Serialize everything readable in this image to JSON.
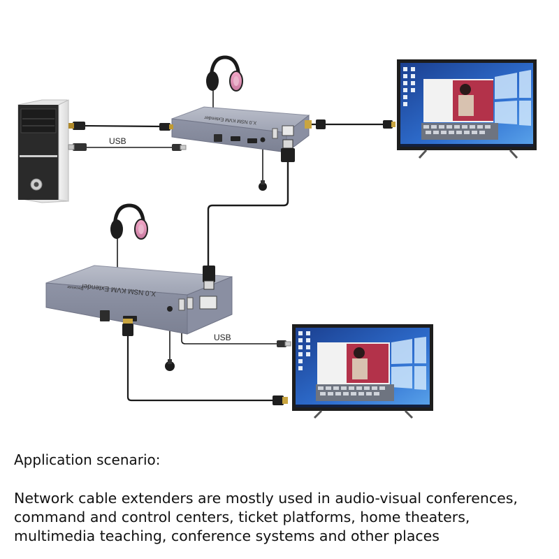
{
  "diagram": {
    "usb_label_top": "USB",
    "usb_label_bottom": "USB",
    "transmitter_label": "X.0 NSM KVM Extender",
    "receiver_label": "X.0 NSM KVM Extender",
    "receiver_brand": "Receiver"
  },
  "caption": {
    "heading": "Application scenario:",
    "body_lines": [
      "Network cable extenders are mostly used in audio-visual conferences,",
      "command and control centers, ticket platforms, home theaters,",
      "multimedia teaching, conference systems and other places"
    ]
  }
}
